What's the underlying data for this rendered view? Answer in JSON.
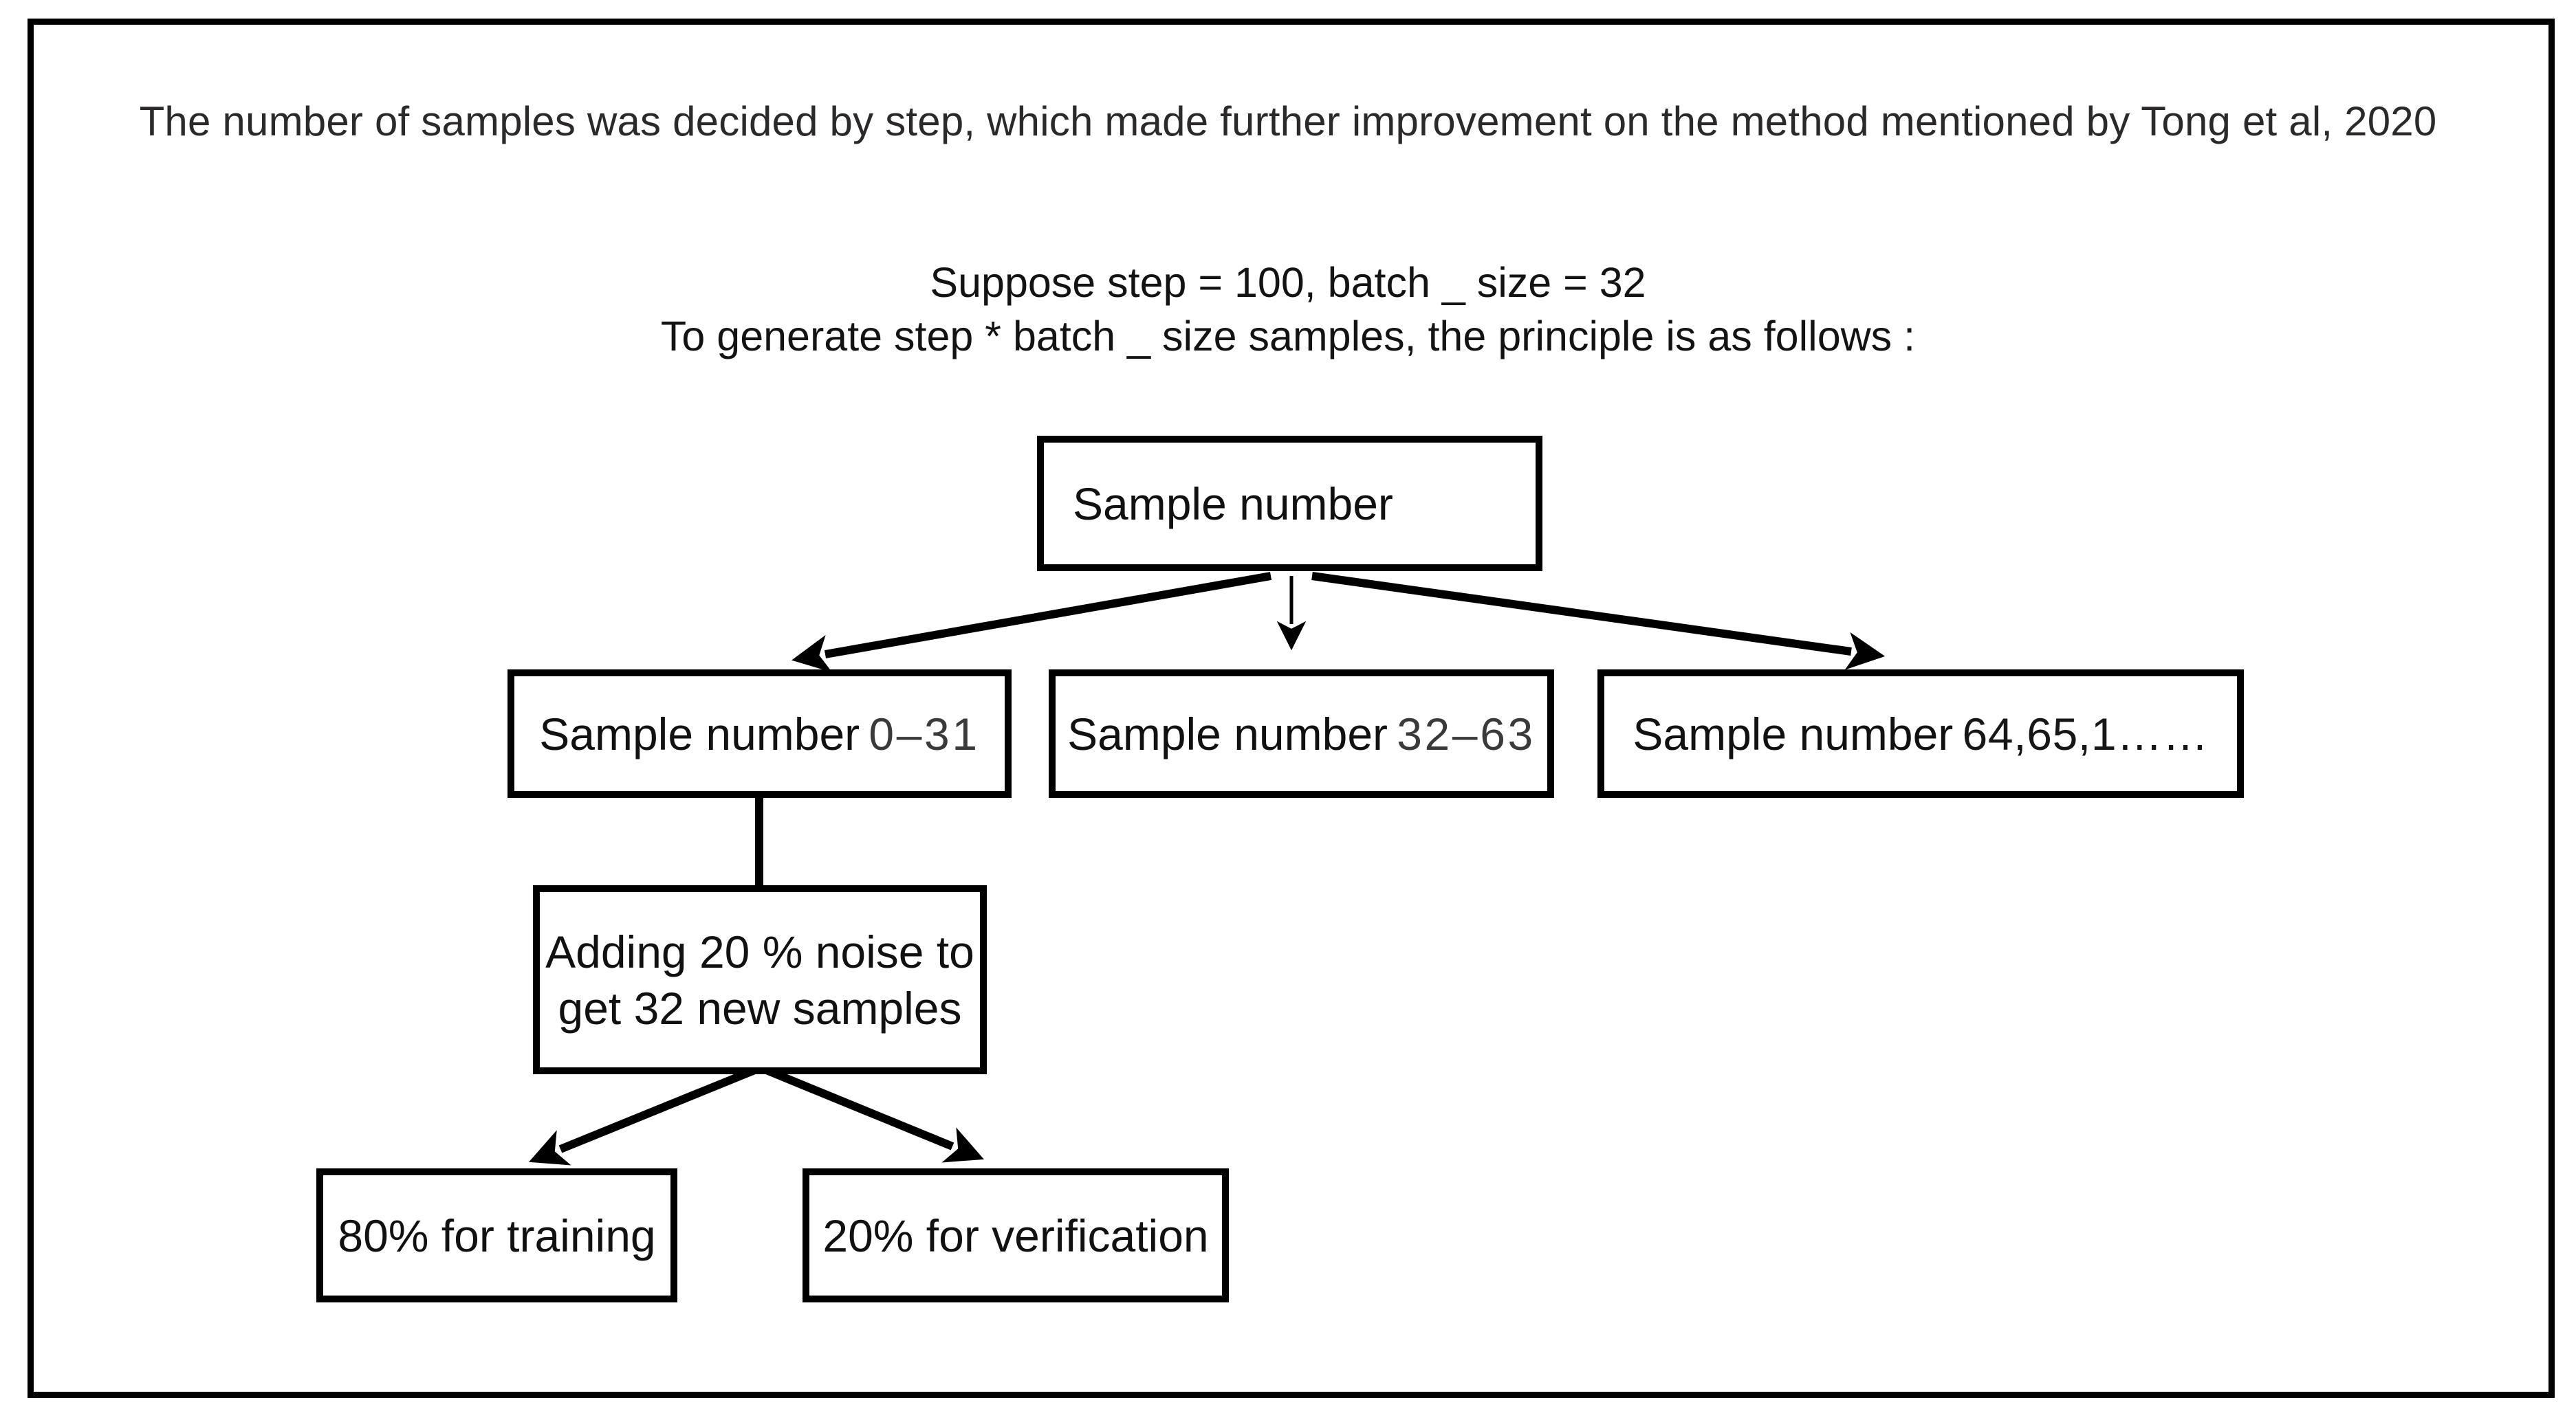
{
  "note": "The number of samples was decided by step, which made further improvement on the method mentioned by Tong et al, 2020",
  "intro": {
    "line1": "Suppose step = 100, batch _ size = 32",
    "line2": "To generate step * batch _ size samples, the principle is as follows :"
  },
  "flowchart": {
    "root_label": "Sample number",
    "branches": [
      {
        "prefix": "Sample number",
        "range": "0–31"
      },
      {
        "prefix": "Sample number",
        "range": "32–63"
      },
      {
        "prefix": "Sample number",
        "range": "64,65,1……"
      }
    ],
    "noise_line1": "Adding 20 % noise to",
    "noise_line2": "get 32 new samples",
    "leaves": [
      {
        "label": "80% for training"
      },
      {
        "label": "20% for verification"
      }
    ]
  },
  "colors": {
    "ink": "#000000",
    "note_text": "#2c292a",
    "box_text": "#111111",
    "range_text": "#3a3a3a",
    "background": "#ffffff"
  }
}
